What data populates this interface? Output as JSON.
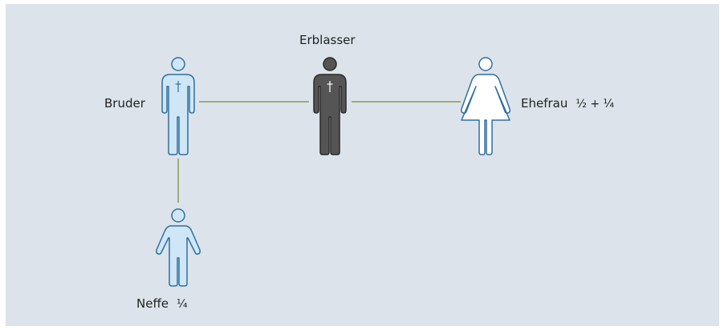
{
  "persons": {
    "deceased": {
      "label": "Erblasser",
      "share": ""
    },
    "brother": {
      "label": "Bruder",
      "share": ""
    },
    "wife": {
      "label": "Ehefrau",
      "share": "½ + ¼"
    },
    "nephew": {
      "label": "Neffe",
      "share": "¼"
    }
  },
  "colors": {
    "background": "#dce3ea",
    "connector": "#8a9a54",
    "deceased_fill": "#555555",
    "living_fill": "#cfe6f7",
    "living_stroke": "#2f6f9f",
    "wife_fill": "#ffffff"
  }
}
